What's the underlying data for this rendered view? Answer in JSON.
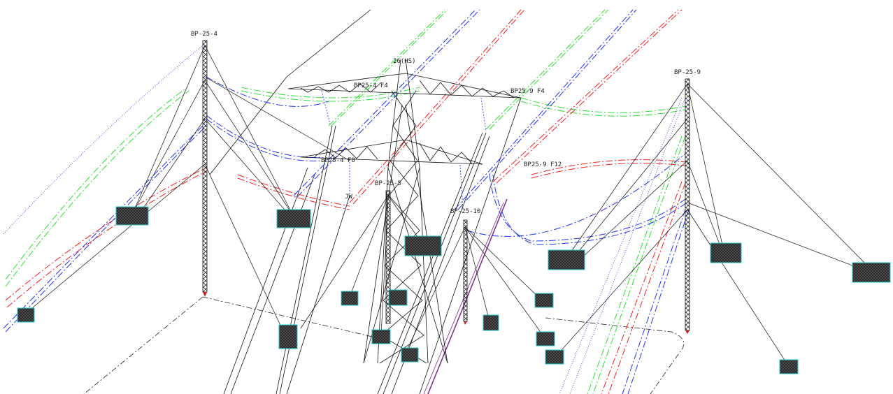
{
  "labels": {
    "bp_25_4": "BP-25-4",
    "tower_26": "26(HS)",
    "bp25_4_f4": "BP25-4 F4",
    "bp25_9_f4": "BP25-9 F4",
    "bp_25_9": "BP-25-9",
    "bp25_4_f8": "BP25-4 F8",
    "bp25_9_f12": "BP25-9 F12",
    "bp_25_5": "BP-25-5",
    "jw": "JW",
    "bp_25_10": "BP-25-10"
  },
  "colors": {
    "background": "#ffffff",
    "structure": "#111111",
    "phase_green": "#33dd33",
    "phase_blue": "#2233ee",
    "phase_red": "#ee2222",
    "anchor_cyan": "#22cccc",
    "purple_line": "#7a2a8a"
  },
  "icons": {
    "anchor_block": "anchor-block-icon"
  }
}
